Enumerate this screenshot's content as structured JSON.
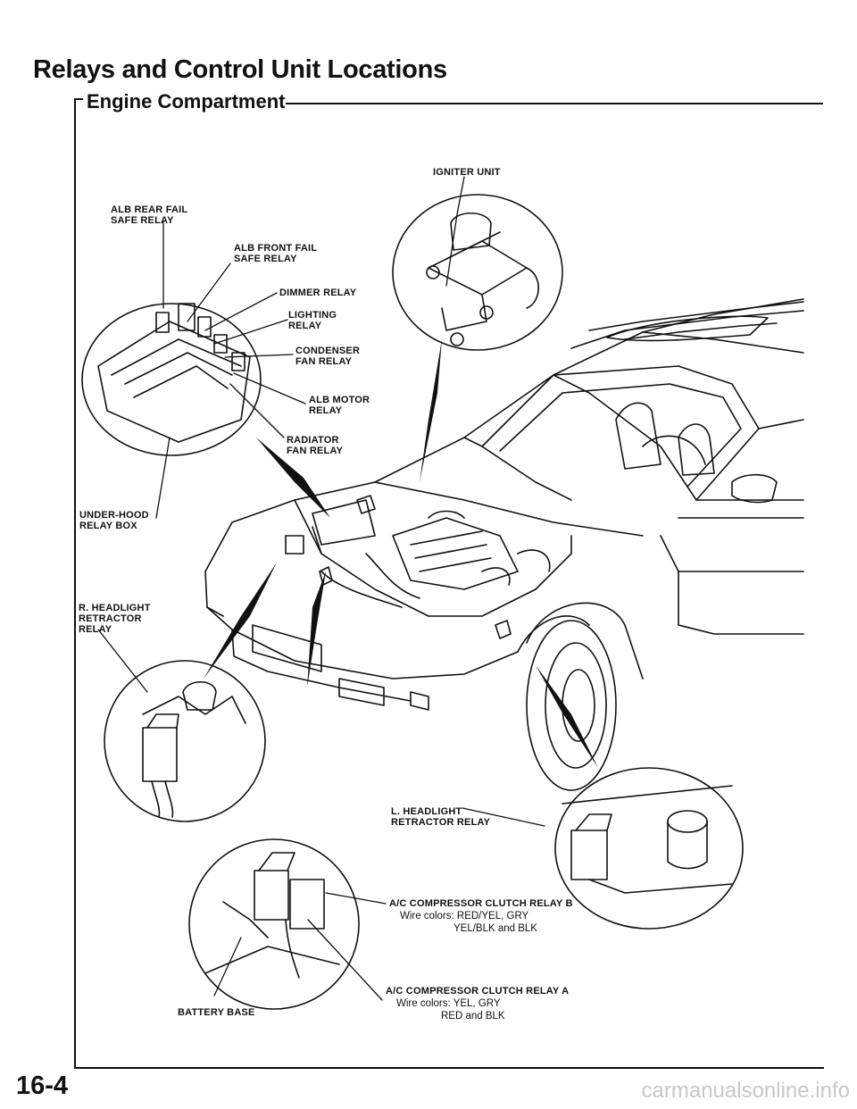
{
  "page": {
    "title": "Relays and Control Unit Locations",
    "subtitle": "Engine Compartment",
    "page_number": "16-4",
    "watermark": "carmanualsonline.info"
  },
  "labels": {
    "igniter": "IGNITER UNIT",
    "alb_rear": [
      "ALB REAR FAIL",
      "SAFE RELAY"
    ],
    "alb_front": [
      "ALB FRONT FAIL",
      "SAFE RELAY"
    ],
    "dimmer": "DIMMER RELAY",
    "lighting": [
      "LIGHTING",
      "RELAY"
    ],
    "condenser": [
      "CONDENSER",
      "FAN RELAY"
    ],
    "alb_motor": [
      "ALB MOTOR",
      "RELAY"
    ],
    "radiator": [
      "RADIATOR",
      "FAN RELAY"
    ],
    "under_hood": [
      "UNDER-HOOD",
      "RELAY BOX"
    ],
    "r_headlight": [
      "R. HEADLIGHT",
      "RETRACTOR",
      "RELAY"
    ],
    "l_headlight": [
      "L. HEADLIGHT",
      "RETRACTOR RELAY"
    ],
    "ac_b": {
      "name": "A/C COMPRESSOR CLUTCH RELAY B",
      "wire1": "Wire colors: RED/YEL, GRY",
      "wire2": "YEL/BLK and BLK"
    },
    "ac_a": {
      "name": "A/C COMPRESSOR CLUTCH RELAY A",
      "wire1": "Wire colors: YEL, GRY",
      "wire2": "RED and BLK"
    },
    "battery_base": "BATTERY BASE"
  }
}
